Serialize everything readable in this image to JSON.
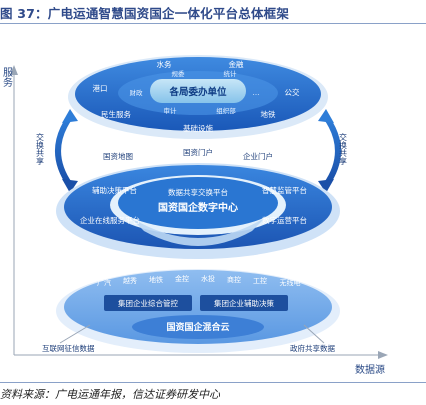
{
  "header": {
    "title": "图 37：广电运通智慧国资国企一体化平台总体框架"
  },
  "axes": {
    "vertical": "服务",
    "horizontal": "数据源"
  },
  "top_layer": {
    "center": "各局委办单位",
    "outer_items": [
      "水务",
      "金融",
      "港口",
      "公交",
      "民生服务",
      "地铁",
      "基础设施"
    ],
    "inner_items": [
      "规委",
      "统计",
      "财政",
      "…",
      "审计",
      "组织部"
    ]
  },
  "exchange_left": "交换共享",
  "exchange_right": "交换共享",
  "portals": [
    "国资地图",
    "国资门户",
    "企业门户"
  ],
  "middle_layer": {
    "center_top": "数据共享交换平台",
    "center_main": "国资国企数字中心",
    "left_items": [
      "辅助决策平台",
      "企业在线服务平台"
    ],
    "right_items": [
      "智慧监管平台",
      "数字运营平台"
    ]
  },
  "bottom_layer": {
    "items": [
      "广汽",
      "越秀",
      "地铁",
      "金控",
      "水投",
      "商控",
      "工控",
      "无线电"
    ],
    "box_left": "集团企业综合管控",
    "box_right": "集团企业辅助决策",
    "center": "国资国企混合云"
  },
  "sources": {
    "left": "互联网征信数据",
    "right": "政府共享数据"
  },
  "footer": {
    "source": "资料来源：广电运通年报，信达证券研发中心"
  }
}
